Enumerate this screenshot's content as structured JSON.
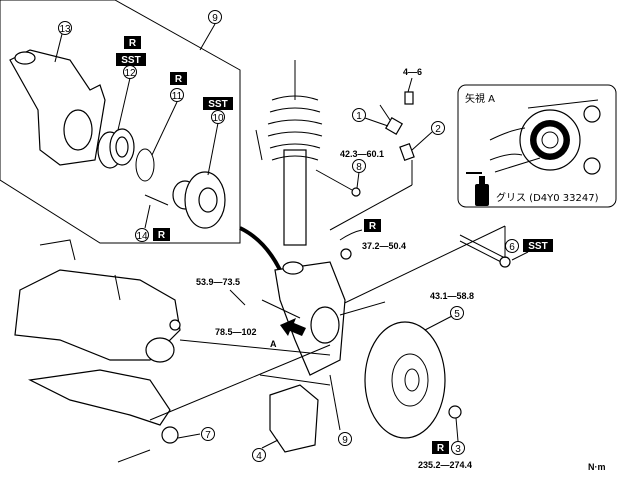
{
  "callouts": {
    "c1": "1",
    "c2": "2",
    "c3": "3",
    "c4": "4",
    "c5": "5",
    "c6": "6",
    "c7": "7",
    "c8": "8",
    "c9_top": "9",
    "c9_bottom": "9",
    "c10": "10",
    "c11": "11",
    "c12": "12",
    "c13": "13",
    "c14": "14"
  },
  "torques": {
    "sensor_bolt": "4—6",
    "nut_8": "42.3—60.1",
    "tie_rod_nut": "37.2—50.4",
    "bolt_53": "53.9—73.5",
    "bolt_43": "43.1—58.8",
    "bolt_78": "78.5—102",
    "hub_nut": "235.2—274.4"
  },
  "badges": {
    "R": "R",
    "SST": "SST"
  },
  "view_label": "A",
  "inset": {
    "title": "矢視 A",
    "grease": "グリス (D4Y0 33247)"
  },
  "unit": "N·m"
}
